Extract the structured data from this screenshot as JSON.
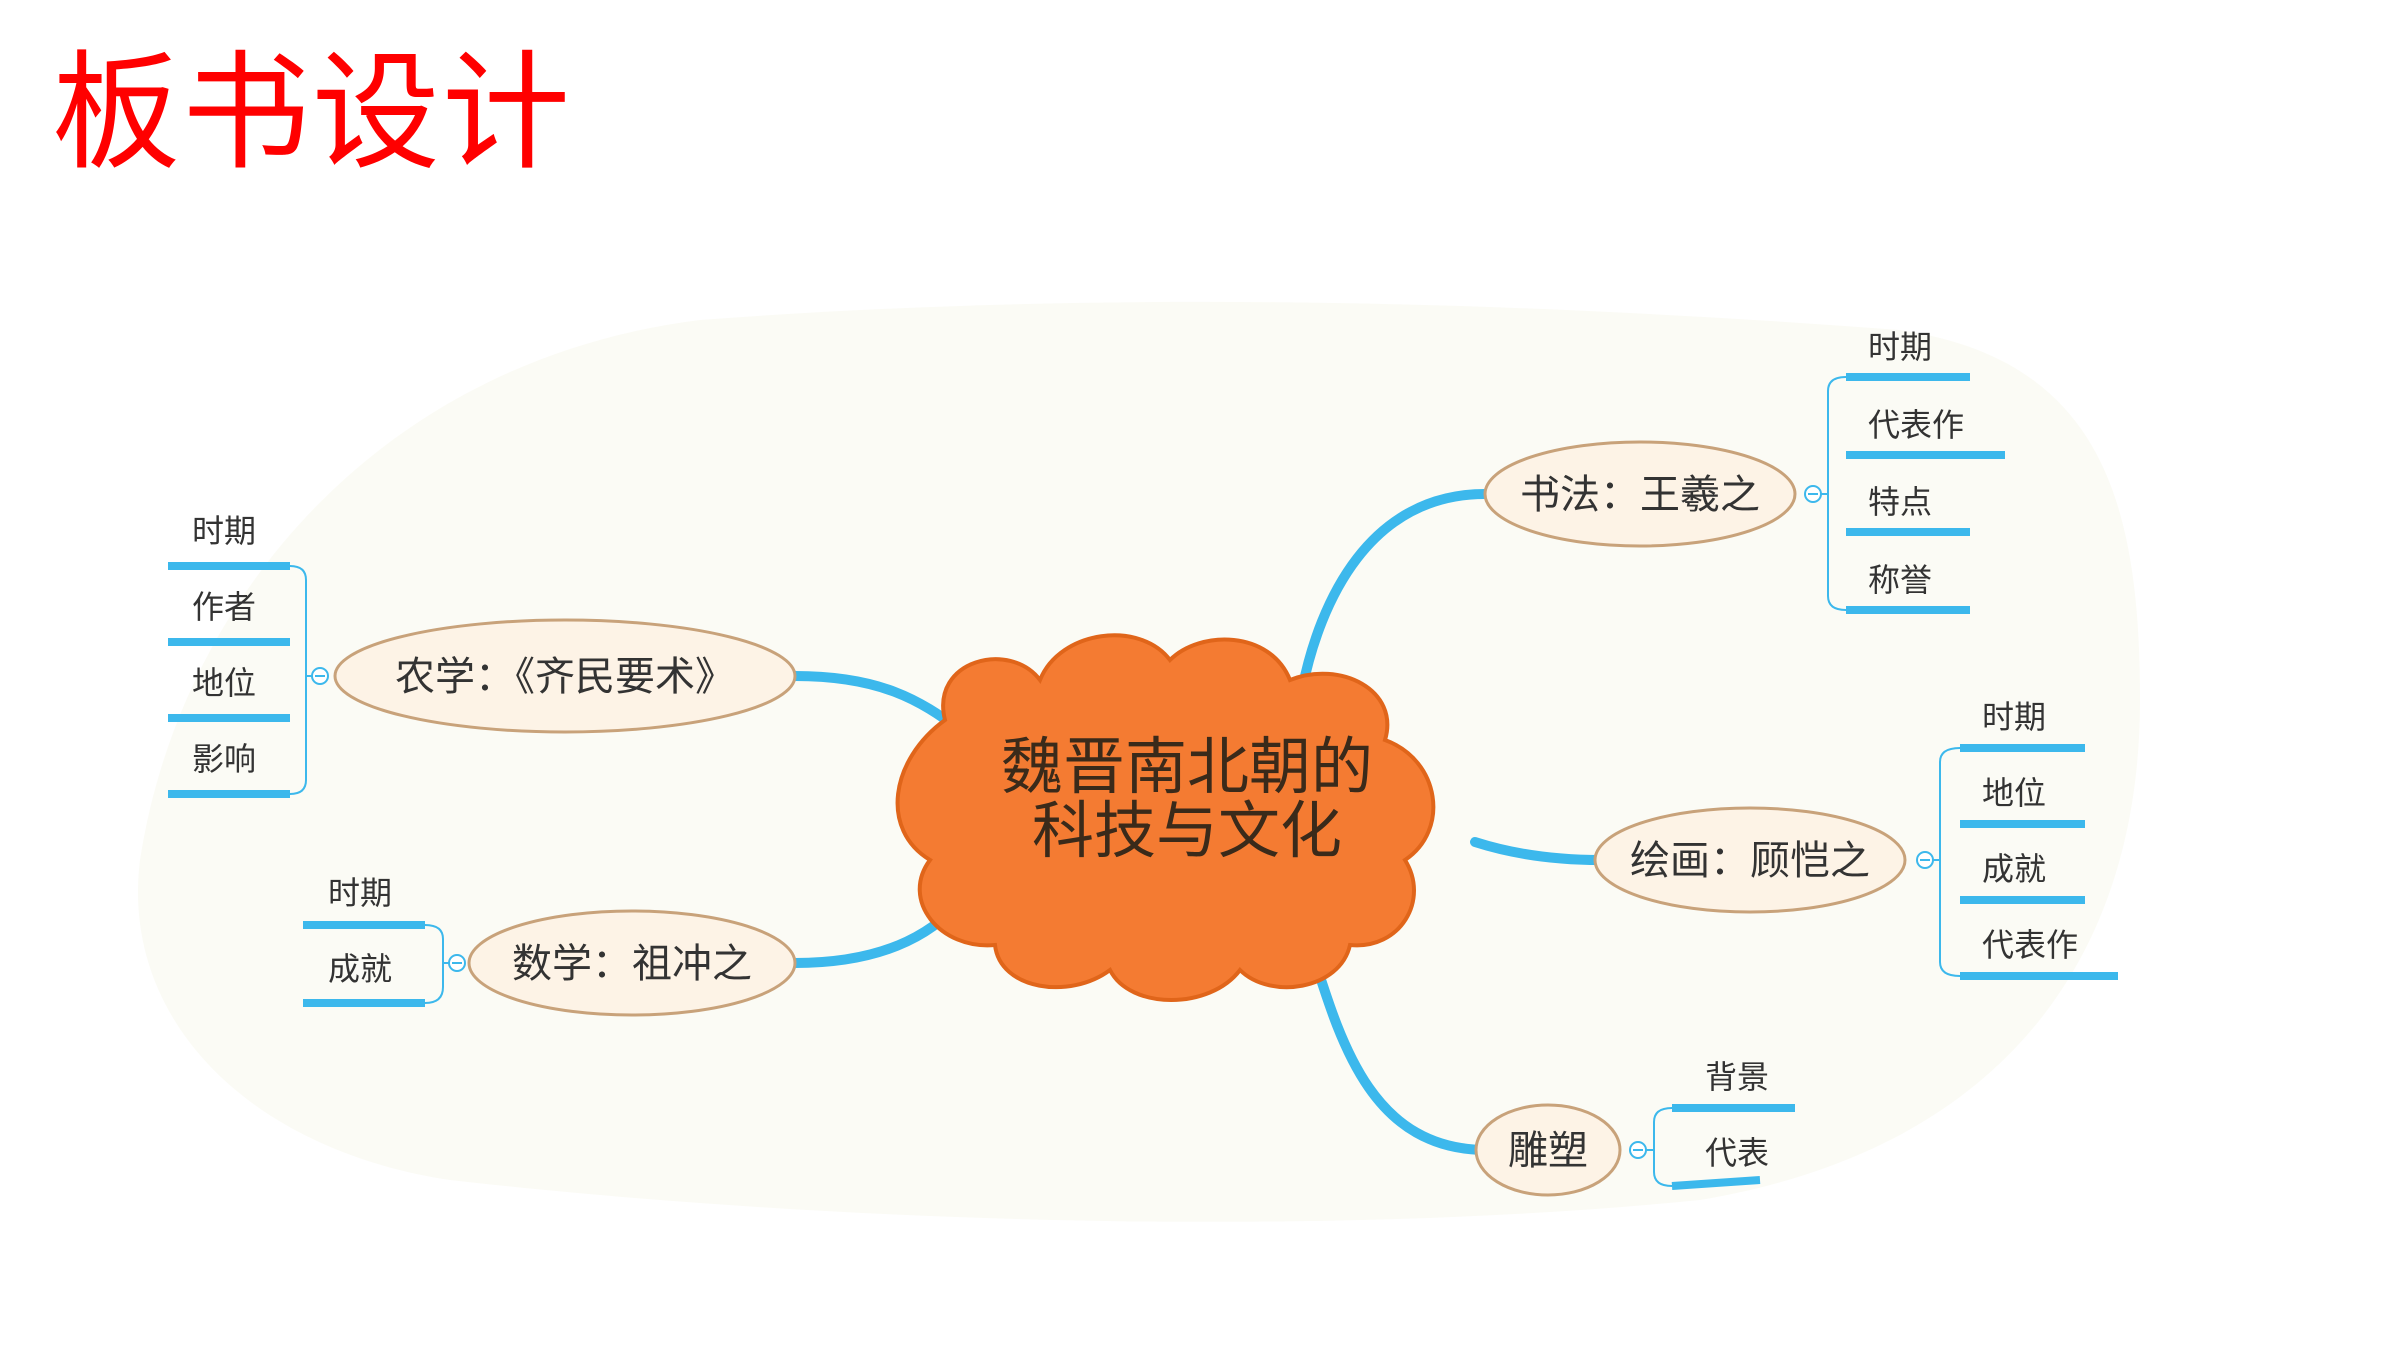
{
  "title": "板书设计",
  "colors": {
    "title": "#ff0000",
    "center_fill": "#f47b32",
    "branch": "#3cb8ec",
    "node_fill": "#fdf3e6",
    "node_stroke": "#c8a27a",
    "background_fill": "#fbfbf5"
  },
  "center": {
    "line1": "魏晋南北朝的",
    "line2": "科技与文化"
  },
  "branches": {
    "agriculture": {
      "label": "农学：《齐民要术》",
      "items": [
        "时期",
        "作者",
        "地位",
        "影响"
      ]
    },
    "math": {
      "label": "数学：祖冲之",
      "items": [
        "时期",
        "成就"
      ]
    },
    "calligraphy": {
      "label": "书法：王羲之",
      "items": [
        "时期",
        "代表作",
        "特点",
        "称誉"
      ]
    },
    "painting": {
      "label": "绘画：顾恺之",
      "items": [
        "时期",
        "地位",
        "成就",
        "代表作"
      ]
    },
    "sculpture": {
      "label": "雕塑",
      "items": [
        "背景",
        "代表"
      ]
    }
  }
}
